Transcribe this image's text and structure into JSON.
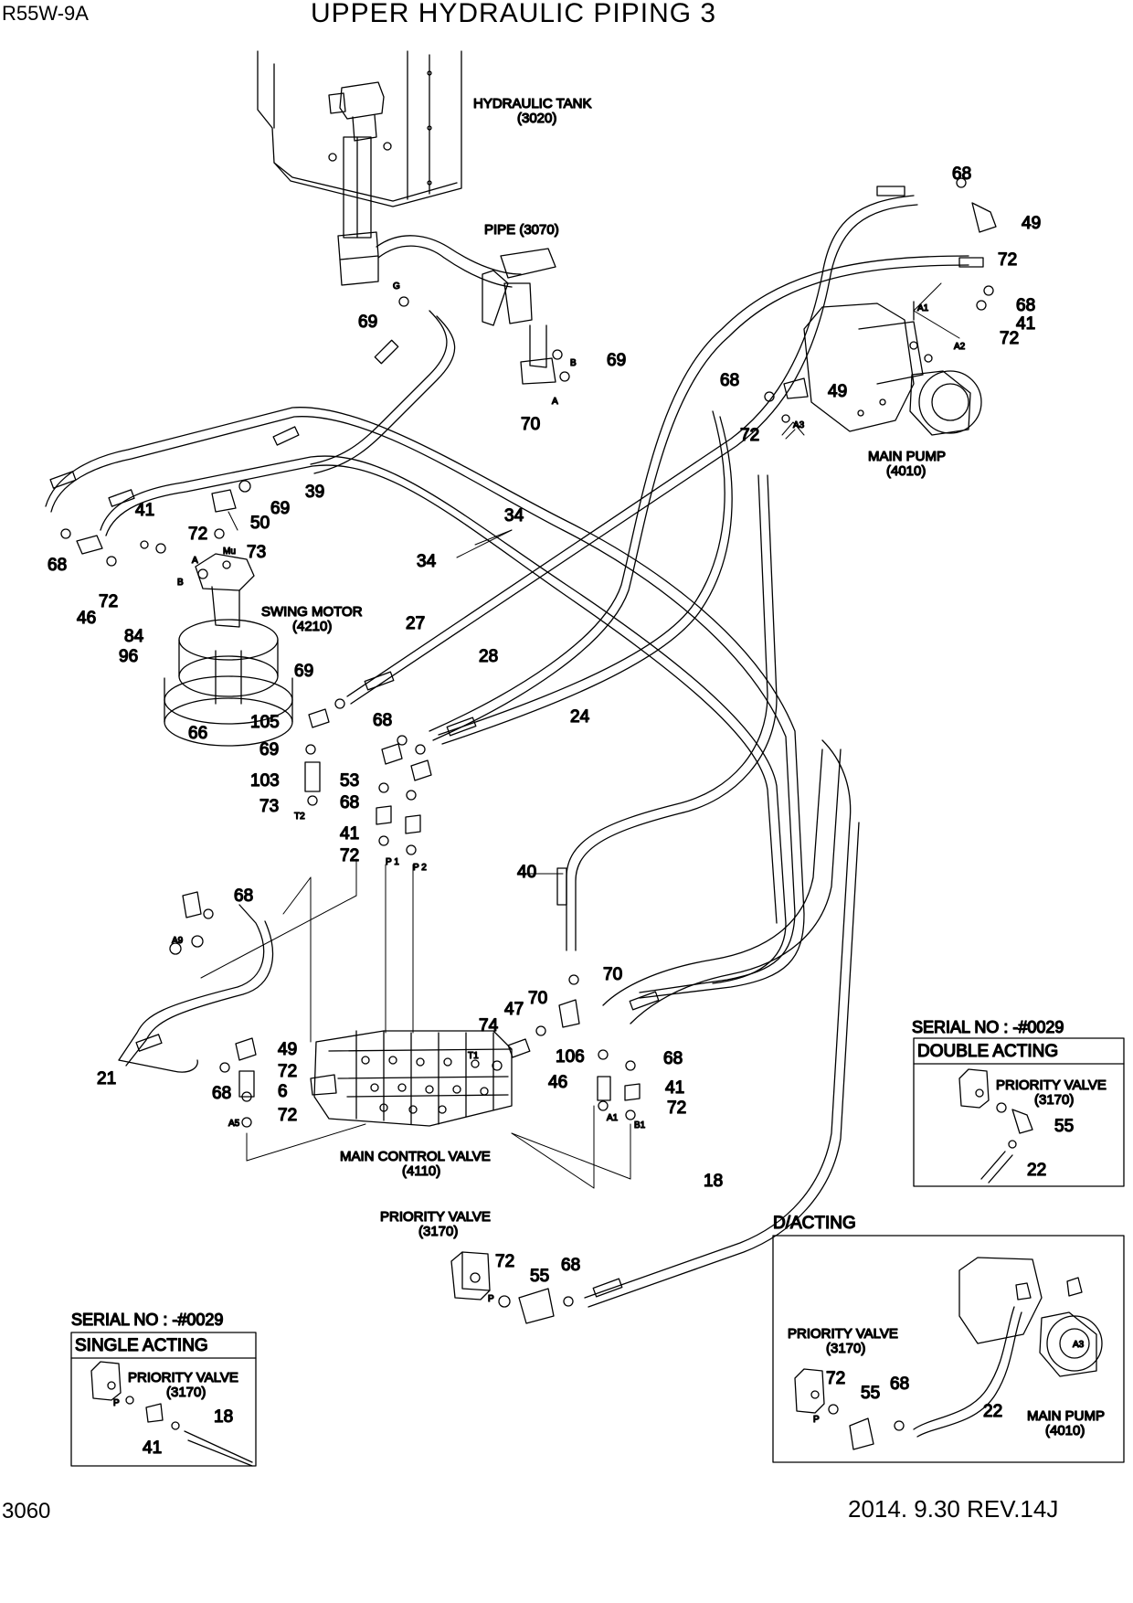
{
  "header": {
    "model": "R55W-9A",
    "title": "UPPER HYDRAULIC PIPING 3"
  },
  "footer": {
    "page_number": "3060",
    "revision": "2014. 9.30  REV.14J"
  },
  "components": {
    "hydraulic_tank": {
      "name": "HYDRAULIC TANK",
      "ref": "(3020)"
    },
    "pipe": {
      "name": "PIPE (3070)"
    },
    "main_pump": {
      "name": "MAIN PUMP",
      "ref": "(4010)"
    },
    "swing_motor": {
      "name": "SWING MOTOR",
      "ref": "(4210)"
    },
    "main_control_valve": {
      "name": "MAIN CONTROL VALVE",
      "ref": "(4110)"
    },
    "priority_valve": {
      "name": "PRIORITY VALVE",
      "ref": "(3170)"
    }
  },
  "ports": {
    "g": "G",
    "b": "B",
    "a": "A",
    "a1": "A1",
    "a2": "A2",
    "a3": "A3",
    "mu": "Mu",
    "t2": "T2",
    "p1": "P 1",
    "p2": "P 2",
    "t1": "T1",
    "a9": "A9",
    "a5": "A5",
    "b1": "B1",
    "p": "P"
  },
  "part_numbers": {
    "n68": "68",
    "n49": "49",
    "n72": "72",
    "n41": "41",
    "n69": "69",
    "n70": "70",
    "n39": "39",
    "n50": "50",
    "n73": "73",
    "n46": "46",
    "n34": "34",
    "n27": "27",
    "n28": "28",
    "n24": "24",
    "n84": "84",
    "n96": "96",
    "n66": "66",
    "n105": "105",
    "n103": "103",
    "n53": "53",
    "n40": "40",
    "n21": "21",
    "n6": "6",
    "n74": "74",
    "n47": "47",
    "n106": "106",
    "n18": "18",
    "n55": "55",
    "n22": "22"
  },
  "inset_double": {
    "serial": "SERIAL NO : -#0029",
    "title": "DOUBLE ACTING",
    "priority_valve": "PRIORITY VALVE",
    "priority_ref": "(3170)"
  },
  "inset_dacting": {
    "title": "D/ACTING",
    "priority_valve": "PRIORITY VALVE",
    "priority_ref": "(3170)",
    "main_pump": "MAIN PUMP",
    "main_pump_ref": "(4010)"
  },
  "inset_single": {
    "serial": "SERIAL NO : -#0029",
    "title": "SINGLE ACTING",
    "priority_valve": "PRIORITY VALVE",
    "priority_ref": "(3170)"
  }
}
